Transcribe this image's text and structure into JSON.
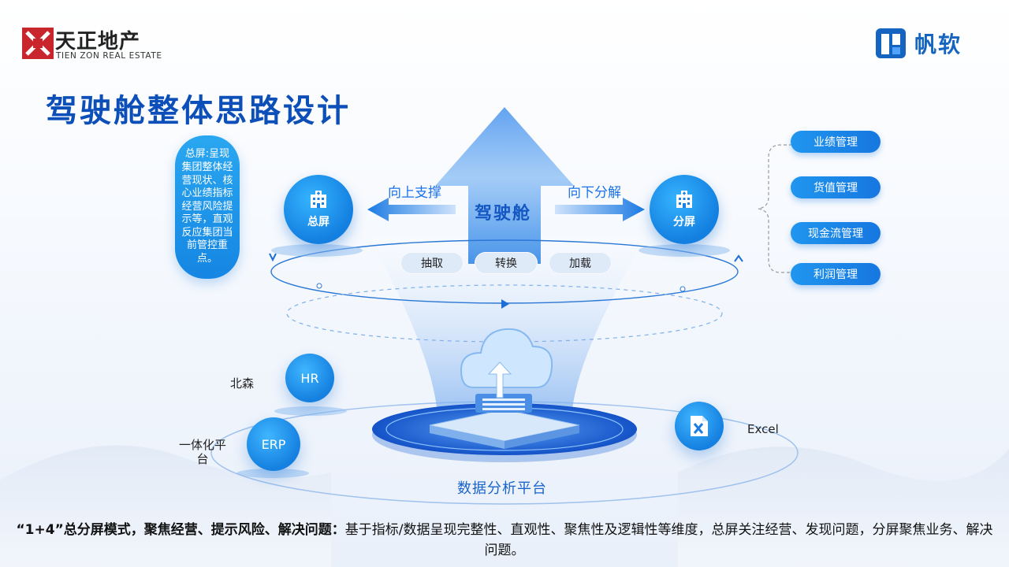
{
  "header": {
    "company_cn": "天正地产",
    "company_en": "TIEN ZON REAL ESTATE",
    "partner": "帆软",
    "title": "驾驶舱整体思路设计"
  },
  "left_note": "总屏:呈现集团整体经营现状、核心业绩指标经营风险提示等，直观反应集团当前管控重点。",
  "main_screen": {
    "label": "总屏",
    "icon": "hospital-building-icon"
  },
  "sub_screen": {
    "label": "分屏",
    "icon": "hospital-building-icon"
  },
  "center": {
    "label": "驾驶舱",
    "left_arrow": "向上支撑",
    "right_arrow": "向下分解",
    "steps": [
      "抽取",
      "转换",
      "加载"
    ]
  },
  "sub_modules": [
    "业绩管理",
    "货值管理",
    "现金流管理",
    "利润管理"
  ],
  "sources": {
    "hr": {
      "label": "HR",
      "caption": "北森"
    },
    "erp": {
      "label": "ERP",
      "caption": "一体化平台"
    },
    "excel": {
      "caption": "Excel",
      "icon": "excel-file-icon"
    }
  },
  "platform": "数据分析平台",
  "footer": {
    "bold": "“1+4”总分屏模式，聚焦经营、提示风险、解决问题：",
    "text": "基于指标/数据呈现完整性、直观性、聚焦性及逻辑性等维度，总屏关注经营、发现问题，分屏聚焦业务、解决问题。"
  },
  "colors": {
    "primary": "#1677e0",
    "title": "#0d4fb8",
    "accent": "#2aa7f0"
  }
}
